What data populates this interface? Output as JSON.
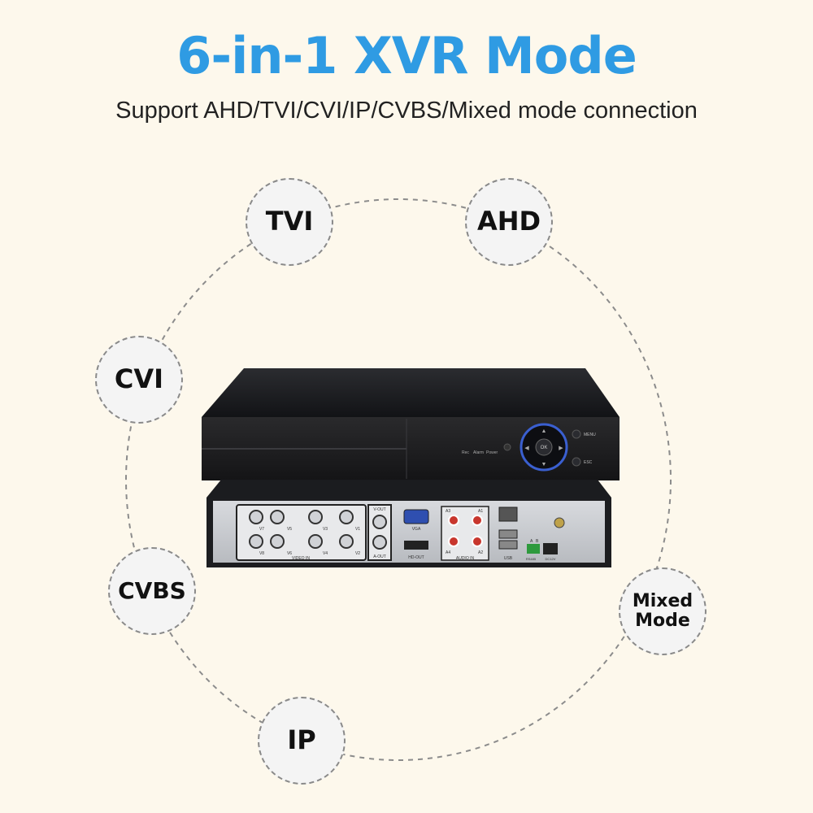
{
  "header": {
    "title": "6-in-1 XVR Mode",
    "subtitle": "Support AHD/TVI/CVI/IP/CVBS/Mixed mode connection"
  },
  "colors": {
    "title": "#2f9be3",
    "background": "#fdf8ec",
    "node_border": "#8a8a8a",
    "node_fill": "#f4f4f4"
  },
  "modes": [
    {
      "label": "TVI"
    },
    {
      "label": "AHD"
    },
    {
      "label": "CVI"
    },
    {
      "label": "CVBS"
    },
    {
      "label": "Mixed\nMode"
    },
    {
      "label": "IP"
    }
  ],
  "device": {
    "front_labels": {
      "rec": "Rec",
      "alarm": "Alarm",
      "power": "Power",
      "menu": "MENU",
      "esc": "ESC",
      "ok": "OK"
    },
    "rear_labels": {
      "video_in": "VIDEO IN",
      "v_out": "V-OUT",
      "a_out": "A-OUT",
      "vga": "VGA",
      "hd_out": "HD-OUT",
      "audio_in": "AUDIO IN",
      "usb": "USB",
      "rs485": "RS485",
      "dc12v": "DC12V",
      "port_a": "A",
      "port_b": "B",
      "a1": "A1",
      "a2": "A2",
      "a3": "A3",
      "a4": "A4",
      "v1": "V1",
      "v2": "V2",
      "v3": "V3",
      "v4": "V4",
      "v5": "V5",
      "v6": "V6",
      "v7": "V7",
      "v8": "V8"
    }
  }
}
